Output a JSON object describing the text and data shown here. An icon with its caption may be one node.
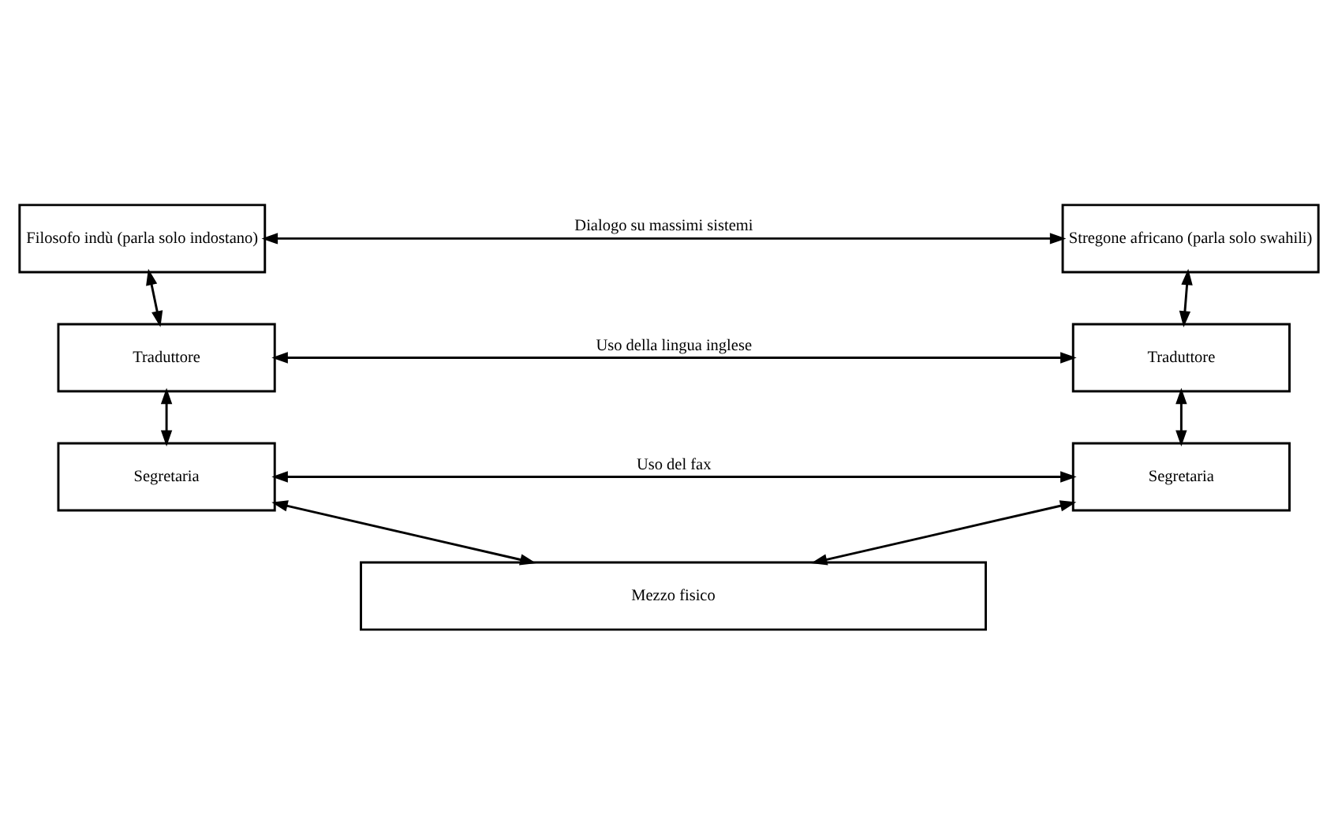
{
  "diagram": {
    "nodes": [
      {
        "text": [
          "Filosofo indù (parla solo indostano)"
        ]
      },
      {
        "text": [
          "Stregone africano (parla solo swahili)"
        ]
      },
      {
        "text": [
          "Traduttore"
        ]
      },
      {
        "text": [
          "Traduttore"
        ]
      },
      {
        "text": [
          "Segretaria"
        ]
      },
      {
        "text": [
          "Segretaria"
        ]
      },
      {
        "text": [
          "Mezzo fisico"
        ]
      }
    ],
    "edges": [
      {
        "from": 0,
        "to": 1,
        "arrow": "both",
        "label": "Dialogo su massimi sistemi"
      },
      {
        "from": 0,
        "to": 2,
        "arrow": "both"
      },
      {
        "from": 1,
        "to": 3,
        "arrow": "both"
      },
      {
        "from": 2,
        "to": 3,
        "arrow": "both",
        "label": "Uso della lingua inglese"
      },
      {
        "from": 2,
        "to": 4,
        "arrow": "both"
      },
      {
        "from": 3,
        "to": 5,
        "arrow": "both"
      },
      {
        "from": 4,
        "to": 5,
        "arrow": "both",
        "label": "Uso del fax"
      },
      {
        "from": 4,
        "to": 6,
        "arrow": "both"
      },
      {
        "from": 5,
        "to": 6,
        "arrow": "both"
      }
    ]
  }
}
